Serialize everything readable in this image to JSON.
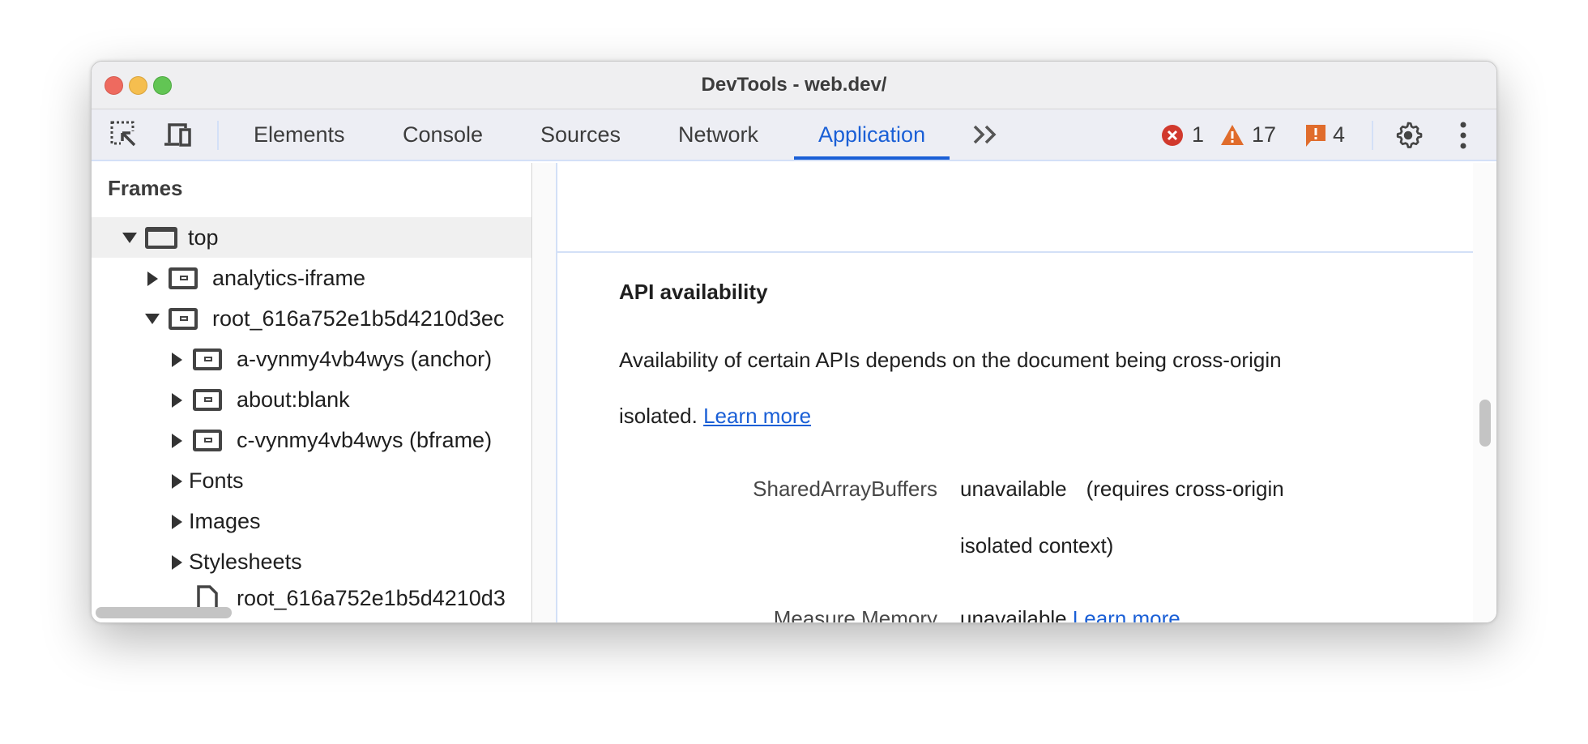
{
  "window": {
    "title": "DevTools - web.dev/"
  },
  "toolbar": {
    "tabs": [
      "Elements",
      "Console",
      "Sources",
      "Network",
      "Application"
    ],
    "active_tab": "Application",
    "errors": "1",
    "warnings": "17",
    "issues": "4",
    "colors": {
      "accent": "#1a5fd6",
      "error": "#d1392d",
      "warning": "#e06c2c"
    }
  },
  "sidebar": {
    "header": "Frames",
    "items": [
      {
        "label": "top",
        "expanded": true
      },
      {
        "label": "analytics-iframe",
        "expanded": false
      },
      {
        "label": "root_616a752e1b5d4210d3ec",
        "expanded": true
      },
      {
        "label": "a-vynmy4vb4wys (anchor)",
        "expanded": false
      },
      {
        "label": "about:blank",
        "expanded": false
      },
      {
        "label": "c-vynmy4vb4wys (bframe)",
        "expanded": false
      },
      {
        "label": "Fonts",
        "expanded": false
      },
      {
        "label": "Images",
        "expanded": false
      },
      {
        "label": "Stylesheets",
        "expanded": false
      },
      {
        "label": "root_616a752e1b5d4210d3"
      }
    ]
  },
  "main": {
    "heading": "API availability",
    "description_line1": "Availability of certain APIs depends on the document being cross-origin",
    "description_line2": "isolated.",
    "learn_more": "Learn more",
    "rows": [
      {
        "key": "SharedArrayBuffers",
        "value": "unavailable",
        "note_line1": "(requires cross-origin",
        "note_line2": "isolated context)"
      },
      {
        "key": "Measure Memory",
        "value": "unavailable",
        "link": "Learn more"
      }
    ]
  }
}
